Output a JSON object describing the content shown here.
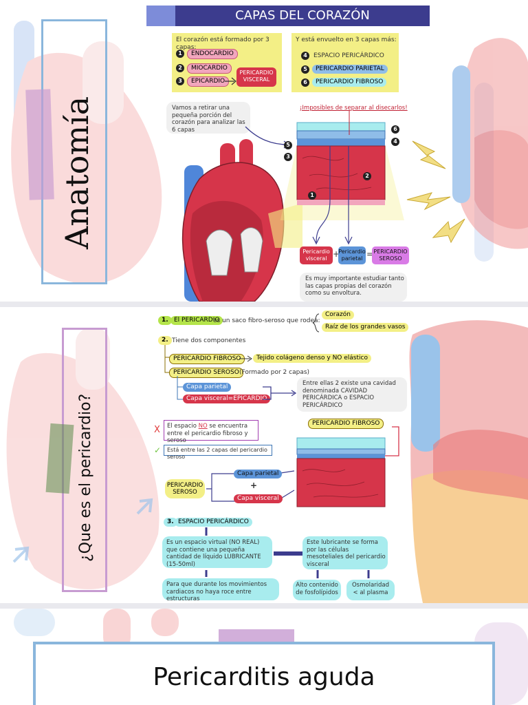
{
  "slide1": {
    "side_title": "Anatomía",
    "title": "CAPAS DEL CORAZÓN",
    "formed_caption": "El corazón está formado por 3 capas:",
    "inner_layers": [
      {
        "n": "1",
        "label": "ENDOCARDIO"
      },
      {
        "n": "2",
        "label": "MIOCARDIO"
      },
      {
        "n": "3",
        "label": "EPICARDIO"
      }
    ],
    "visceral_label": "PERICARDIO VISCERAL",
    "wrapped_caption": "Y está envuelto en 3 capas más:",
    "outer_layers": [
      {
        "n": "4",
        "label": "ESPACIO PERICÁRDICO"
      },
      {
        "n": "5",
        "label": "PERICARDIO PARIETAL"
      },
      {
        "n": "6",
        "label": "PERICARDIO FIBROSO"
      }
    ],
    "remove_note": "Vamos a retirar una pequeña porción del corazón para analizar las 6 capas",
    "inseparable_note": "¡Imposibles de separar al disecarlos!",
    "block_numbers": {
      "n6": "6",
      "n5": "5",
      "n4": "4",
      "n3": "3",
      "n2": "2",
      "n1": "1"
    },
    "eq_visceral": "Pericardio visceral",
    "eq_plus": "+",
    "eq_parietal": "Pericardio parietal",
    "eq_equals": "=",
    "eq_serous": "PERICARDIO SEROSO",
    "important_note": "Es muy importante estudiar tanto las capas propias del corazón como su envoltura."
  },
  "slide2": {
    "side_title": "¿Que es el pericardio?",
    "p1_number": "1.",
    "p1_term": "El PERICARDIO",
    "p1_text": "es un saco fibro-seroso que rodea:",
    "p1_items": [
      "Corazón",
      "Raíz de los grandes vasos"
    ],
    "p2_number": "2.",
    "p2_text": "Tiene dos componentes",
    "fibrous_label": "PERICARDIO FIBROSO",
    "fibrous_desc": "Tejido colágeno denso y NO elástico",
    "serous_label": "PERICARDIO SEROSO",
    "serous_note": "(Formado por 2 capas)",
    "parietal_layer": "Capa parietal",
    "visceral_layer": "Capa visceral=EPICARDIO",
    "cavity_note": "Entre ellas 2 existe una cavidad denominada CAVIDAD PERICÁRDICA o ESPACIO PERICÁRDICO",
    "wrong_mark": "X",
    "wrong_prefix": "El espacio ",
    "wrong_no": "NO",
    "wrong_suffix": " se encuentra entre el pericardio fibroso y seroso",
    "right_mark": "✓",
    "right_text": "Está entre las 2 capas del pericardio seroso",
    "fibroso_tag": "PERICARDIO FIBROSO",
    "seroso_left": "PERICARDIO SEROSO",
    "capa_parietal": "Capa parietal",
    "plus": "+",
    "capa_visceral": "Capa visceral",
    "p3_number": "3.",
    "p3_term": "ESPACIO PERICÁRDICO",
    "virtual_space": "Es un espacio virtual (NO REAL) que contiene una pequeña cantidad de líquido LUBRICANTE (15-50ml)",
    "lubricant_text": "Este lubricante se forma por las células mesoteliales del pericardio visceral",
    "purpose_text": "Para que durante los movimientos cardiacos no haya roce entre estructuras",
    "phospholipids": "Alto contenido de fosfolípidos",
    "osmolarity": "Osmolaridad < al plasma"
  },
  "slide3": {
    "title": "Pericarditis aguda"
  },
  "colors": {
    "title_bar": "#3c3c8e",
    "pink": "#f2a6bd",
    "red": "#d6354a",
    "blue": "#8fbde8",
    "cyan": "#a8ecee",
    "yellow": "#f3ef86",
    "lime": "#b4e44a",
    "purple": "#d97be6",
    "frame_blue": "#8ab6dc",
    "frame_purple": "#c79bd1"
  }
}
